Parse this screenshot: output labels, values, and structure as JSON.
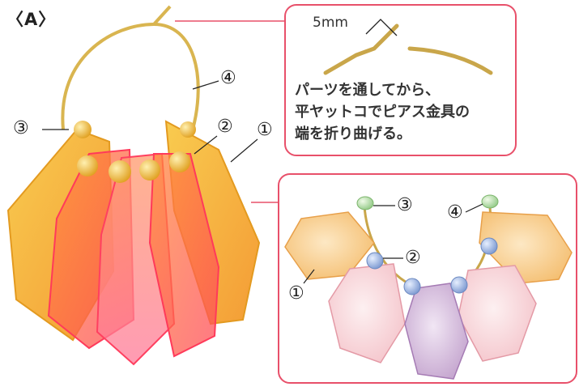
{
  "title": "〈A〉",
  "photo_labels": {
    "n1": "①",
    "n2": "②",
    "n3": "③",
    "n4": "④"
  },
  "detail": {
    "dimension": "5mm",
    "note_lines": [
      "パーツを通してから、",
      "平ヤットコでピアス金具の",
      "端を折り曲げる。"
    ]
  },
  "assembly_labels": {
    "n1": "①",
    "n2": "②",
    "n3": "③",
    "n4": "④"
  },
  "colors": {
    "callout_border": "#e8506a",
    "wire_gold": "#c9a64a",
    "orange_part": "#f2b45a",
    "pink_part": "#f4c2c8",
    "purple_part": "#c39ccb",
    "blue_bead": "#8aa8d8",
    "green_bead": "#a6d39a"
  }
}
